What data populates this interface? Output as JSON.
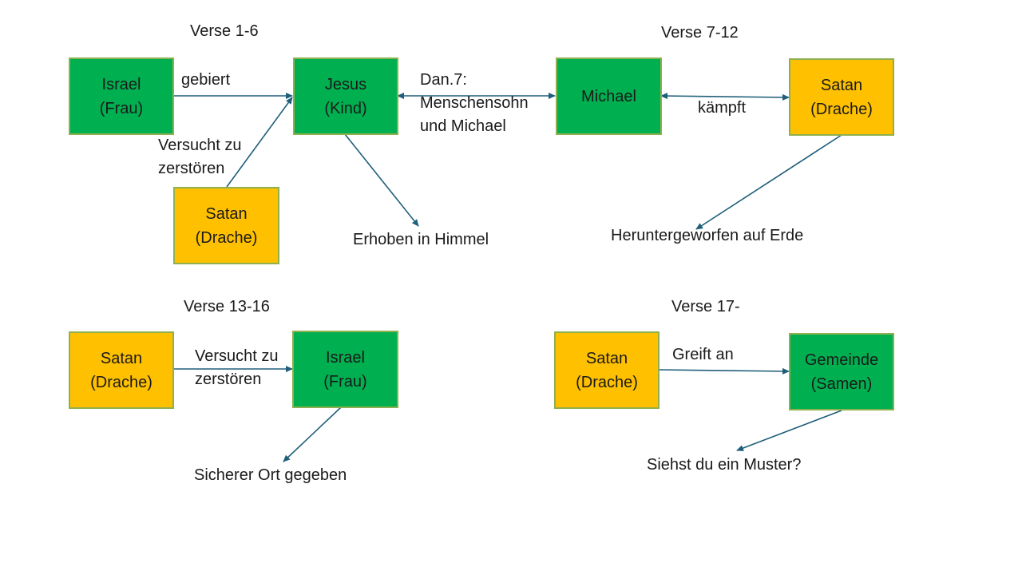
{
  "headings": {
    "v1_6": "Verse 1-6",
    "v7_12": "Verse 7-12",
    "v13_16": "Verse 13-16",
    "v17": "Verse 17-"
  },
  "boxes": {
    "israel_1": "Israel\n(Frau)",
    "jesus": "Jesus\n(Kind)",
    "satan_1": "Satan\n(Drache)",
    "michael": "Michael",
    "satan_2": "Satan\n(Drache)",
    "satan_3": "Satan\n(Drache)",
    "israel_3": "Israel\n(Frau)",
    "satan_4": "Satan\n(Drache)",
    "gemeinde": "Gemeinde\n(Samen)"
  },
  "labels": {
    "gebiert": "gebiert",
    "versucht_1": "Versucht zu\nzerstören",
    "erhoben": "Erhoben in Himmel",
    "dan7": "Dan.7:\nMenschensohn\nund Michael",
    "kaempft": "kämpft",
    "heruntergeworfen": "Heruntergeworfen auf Erde",
    "versucht_3": "Versucht zu\nzerstören",
    "sicherer_ort": "Sicherer Ort gegeben",
    "greift_an": "Greift an",
    "muster": "Siehst du ein Muster?"
  },
  "colors": {
    "green_box": "#00b050",
    "yellow_box": "#ffc000",
    "arrow": "#1f5f7a"
  }
}
